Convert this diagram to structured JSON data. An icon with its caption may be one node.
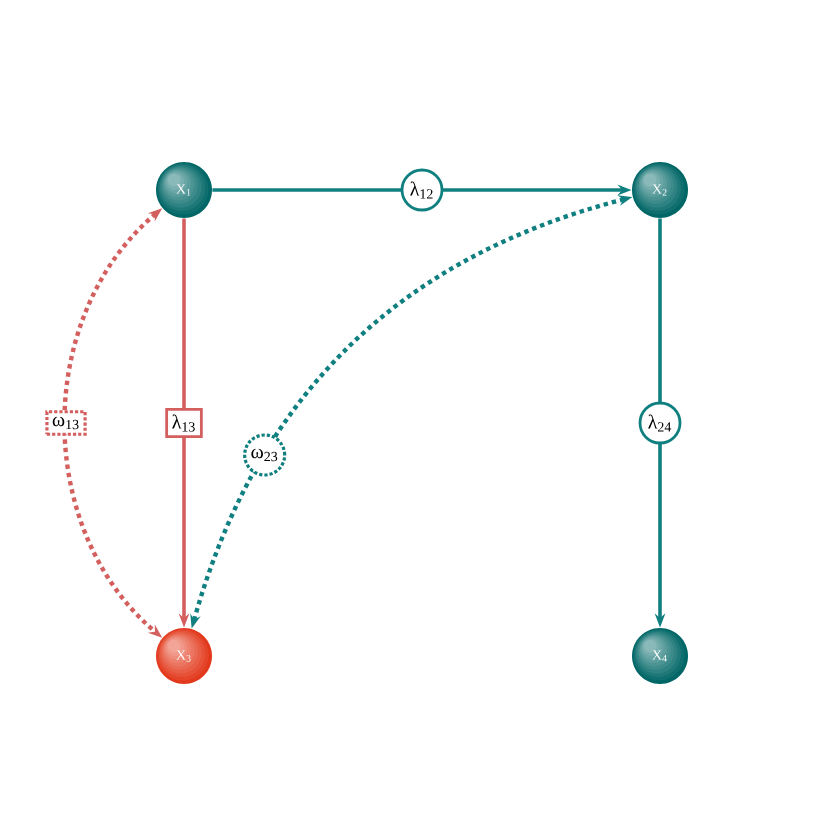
{
  "diagram": {
    "nodes": [
      {
        "text": [
          "X$_{1}$"
        ]
      },
      {
        "text": [
          "X$_{2}$"
        ]
      },
      {
        "text": [
          "X$_{3}$"
        ]
      },
      {
        "text": [
          "X$_{4}$"
        ]
      }
    ],
    "edges": [
      {
        "from": 0,
        "to": 1,
        "arrow": "to",
        "label": "λ$_{12}$"
      },
      {
        "from": 1,
        "to": 3,
        "arrow": "to",
        "label": "λ$_{24}$"
      },
      {
        "from": 0,
        "to": 2,
        "arrow": "to",
        "label": "λ$_{13}$",
        "color": "#d45f5f"
      },
      {
        "from": 0,
        "to": 2,
        "arrow": "both",
        "label": "ω$_{13}$",
        "style": "dashed",
        "color": "#d45f5f"
      },
      {
        "from": 1,
        "to": 2,
        "arrow": "both",
        "label": "ω$_{23}$",
        "style": "dashed"
      }
    ]
  }
}
